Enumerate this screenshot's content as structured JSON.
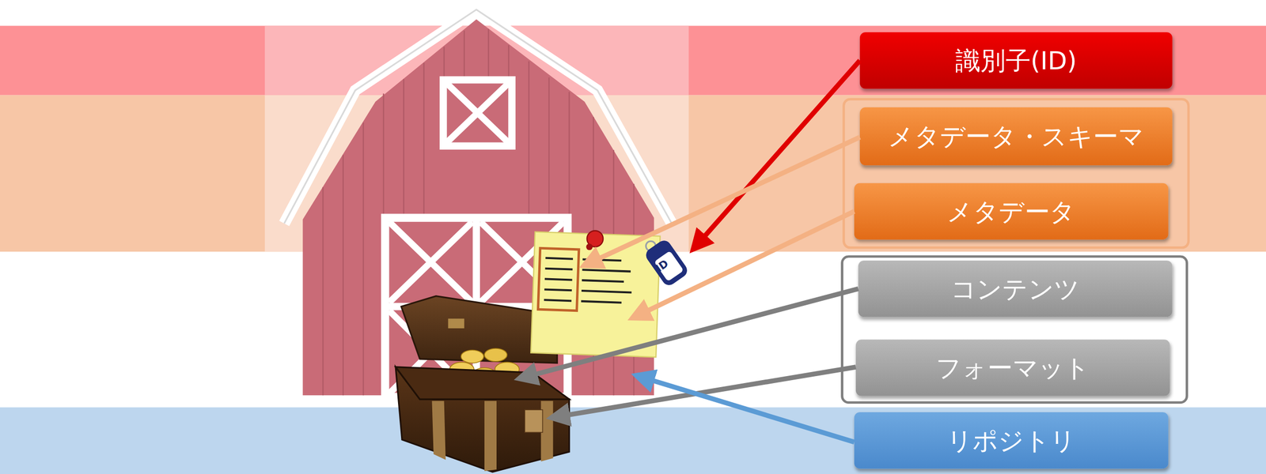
{
  "diagram": {
    "nodes": [
      {
        "text": [
          "識別子(ID)"
        ]
      },
      {
        "text": [
          "メタデータ・スキーマ"
        ]
      },
      {
        "text": [
          "メタデータ"
        ]
      },
      {
        "text": [
          "コンテンツ"
        ]
      },
      {
        "text": [
          "フォーマット"
        ]
      },
      {
        "text": [
          "リポジトリ"
        ]
      }
    ],
    "labels": [
      "ID"
    ]
  }
}
